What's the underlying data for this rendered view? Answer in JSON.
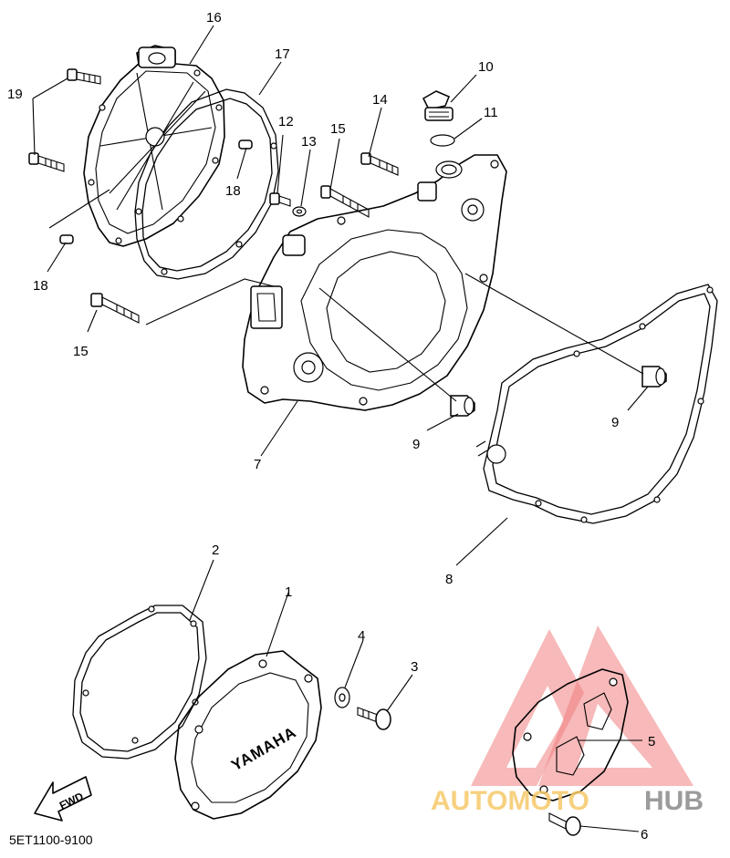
{
  "callouts": {
    "p1": "1",
    "p2": "2",
    "p3": "3",
    "p4": "4",
    "p5": "5",
    "p6": "6",
    "p7": "7",
    "p8": "8",
    "p9a": "9",
    "p9b": "9",
    "p10": "10",
    "p11": "11",
    "p12": "12",
    "p13": "13",
    "p14": "14",
    "p15a": "15",
    "p15b": "15",
    "p16": "16",
    "p17": "17",
    "p18a": "18",
    "p18b": "18",
    "p19": "19"
  },
  "cover_brand": "YAMAHA",
  "fwd_arrow": "FWD",
  "diagram_code": "5ET1100-9100",
  "watermark": {
    "part1": "AUTOMOTO",
    "part2": "HUB",
    "triangle_color": "#f08080",
    "text_color": "#f6c96b",
    "hub_color": "#8a8a8a"
  }
}
